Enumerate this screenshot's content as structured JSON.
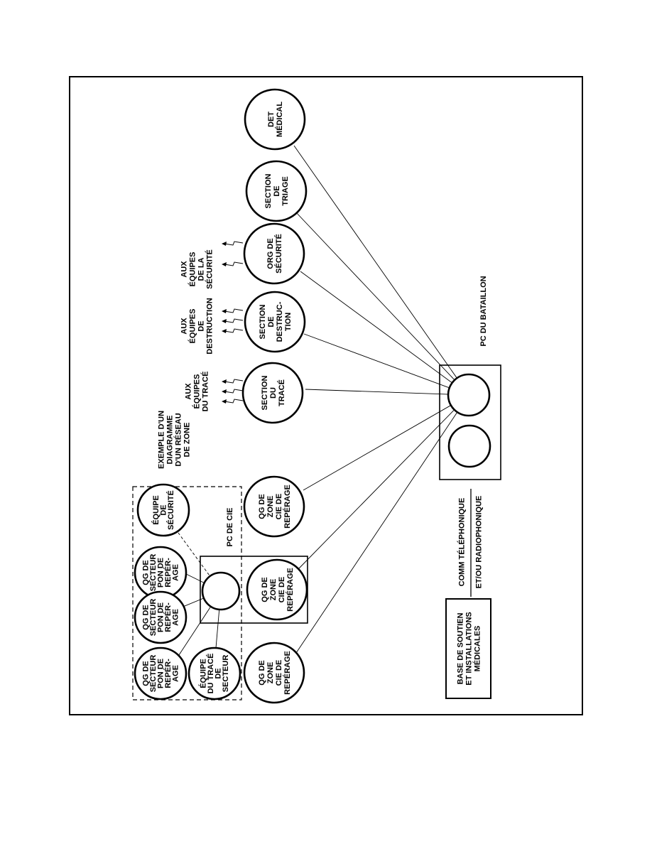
{
  "nodes": {
    "det_medical": [
      "DET",
      "MÉDICAL"
    ],
    "section_triage": [
      "SECTION",
      "DE",
      "TRIAGE"
    ],
    "org_securite": [
      "ORG DE",
      "SÉCURITÉ"
    ],
    "section_destruction": [
      "SECTION",
      "DE",
      "DESTRUC-",
      "TION"
    ],
    "section_trace": [
      "SECTION",
      "DU",
      "TRACÉ"
    ],
    "qg_zone_a": [
      "QG DE",
      "ZONE",
      "CIE DE",
      "REPÉRAGE"
    ],
    "qg_zone_b": [
      "QG DE",
      "ZONE",
      "CIE DE",
      "REPÉRAGE"
    ],
    "qg_zone_c": [
      "QG DE",
      "ZONE",
      "CIE DE",
      "REPÉRAGE"
    ],
    "equipe_securite": [
      "ÉQUIPE",
      "DE",
      "SÉCURITÉ"
    ],
    "qg_secteur_1": [
      "QG DE",
      "SECTEUR",
      "PON DE",
      "REPÉR-",
      "AGE"
    ],
    "qg_secteur_2": [
      "QG DE",
      "SECTEUR",
      "PON DE",
      "REPÉR-",
      "AGE"
    ],
    "qg_secteur_3": [
      "QG DE",
      "SECTEUR",
      "PON DE",
      "REPÉR-",
      "AGE"
    ],
    "equipe_trace_secteur": [
      "ÉQUIPE",
      "DU TRACÉ",
      "DE",
      "SECTEUR"
    ]
  },
  "labels": {
    "pc_bataillon": "PC DU BATAILLON",
    "pc_cie": "PC DE CIE",
    "aux_securite": [
      "AUX",
      "ÉQUIPES",
      "DE LA",
      "SÉCURITÉ"
    ],
    "aux_destruction": [
      "AUX",
      "ÉQUIPES",
      "DE",
      "DESTRUCTION"
    ],
    "aux_trace": [
      "AUX",
      "ÉQUIPES",
      "DU TRACÉ"
    ],
    "exemple": [
      "EXEMPLE D'UN",
      "DIAGRAMME",
      "D'UN RÉSEAU",
      "DE ZONE"
    ],
    "comm": [
      "COMM TÉLÉPHONIQUE",
      "ET/OU RADIOPHONIQUE"
    ],
    "base": [
      "BASE DE SOUTIEN",
      "ET INSTALLATIONS",
      "MÉDICALES"
    ]
  }
}
